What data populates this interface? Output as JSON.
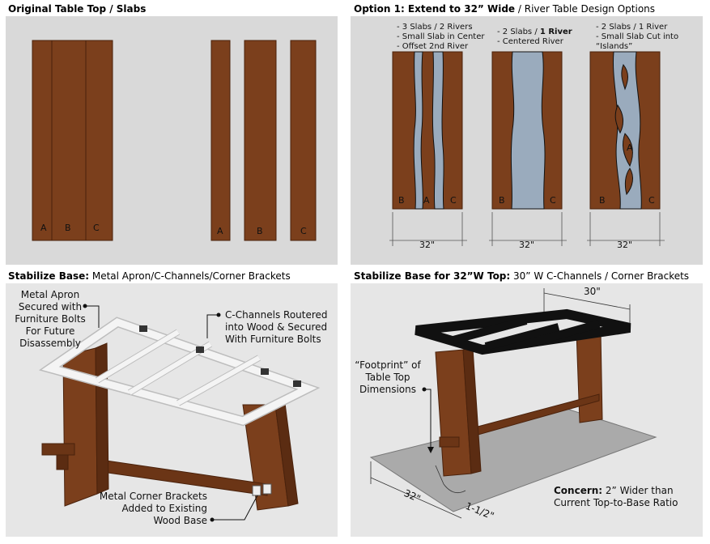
{
  "panel1": {
    "title": "Original Table Top / Slabs",
    "joined_labels": [
      "A",
      "B",
      "C"
    ],
    "separate_labels": [
      "A",
      "B",
      "C"
    ]
  },
  "panel2": {
    "title_bold": "Option 1: Extend to 32” Wide",
    "title_rest": " / River Table Design Options",
    "options": [
      {
        "lines": [
          "- 3 Slabs / 2 Rivers",
          "- Small Slab in Center",
          "- Offset 2nd River"
        ],
        "labels": [
          "B",
          "A",
          "C"
        ],
        "dim": "32\""
      },
      {
        "line1a": "- 2 Slabs / ",
        "line1b": "1 River",
        "line2": "- Centered River",
        "labels": [
          "B",
          "C"
        ],
        "dim": "32\""
      },
      {
        "lines": [
          "- 2 Slabs / 1 River",
          "- Small Slab Cut into",
          "“Islands”"
        ],
        "labels": [
          "B",
          "A",
          "C"
        ],
        "dim": "32\""
      }
    ]
  },
  "panel3": {
    "title_bold": "Stabilize Base:",
    "title_rest": " Metal Apron/C-Channels/Corner Brackets",
    "callout_apron": [
      "Metal Apron",
      "Secured with",
      "Furniture Bolts",
      "For Future",
      "Disassembly"
    ],
    "callout_channels": [
      "C-Channels Routered",
      "into Wood & Secured",
      "With Furniture Bolts"
    ],
    "callout_brackets": [
      "Metal Corner Brackets",
      "Added to Existing",
      "Wood Base"
    ]
  },
  "panel4": {
    "title_bold": "Stabilize Base for 32”W Top:",
    "title_rest": " 30” W C-Channels / Corner Brackets",
    "dim_top": "30\"",
    "footprint": [
      "“Footprint” of",
      "Table Top",
      "Dimensions"
    ],
    "dim_side": "32\"",
    "dim_gap": "1-1/2\"",
    "concern_bold": "Concern:",
    "concern_rest": " 2” Wider than",
    "concern_line2": "Current Top-to-Base Ratio"
  },
  "colors": {
    "wood": "#7b3f1c",
    "wood_line": "#4a220c",
    "river": "#9aabbd",
    "panel_bg": "#d9d9d9",
    "metal": "#eeeeee",
    "steel_black": "#111111"
  }
}
